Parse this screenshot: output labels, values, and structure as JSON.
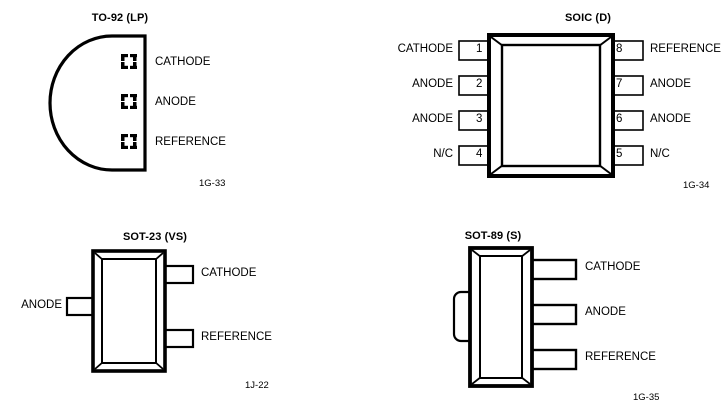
{
  "document": {
    "type": "package-pinout-diagram",
    "ink_color": "#000000",
    "background_color": "#ffffff"
  },
  "packages": [
    {
      "id": "to-92",
      "title": "TO-92 (LP)",
      "ref_code": "1G-33",
      "outline": "d-shape-flat-right",
      "pin_marker": "corner-bracket-square",
      "pins": [
        {
          "label": "CATHODE"
        },
        {
          "label": "ANODE"
        },
        {
          "label": "REFERENCE"
        }
      ]
    },
    {
      "id": "soic",
      "title": "SOIC (D)",
      "ref_code": "1G-34",
      "outline": "beveled-rectangle",
      "pin_marker": "numbered-lead-box",
      "pins_left": [
        {
          "number": "1",
          "label": "CATHODE"
        },
        {
          "number": "2",
          "label": "ANODE"
        },
        {
          "number": "3",
          "label": "ANODE"
        },
        {
          "number": "4",
          "label": "N/C"
        }
      ],
      "pins_right": [
        {
          "number": "8",
          "label": "REFERENCE"
        },
        {
          "number": "7",
          "label": "ANODE"
        },
        {
          "number": "6",
          "label": "ANODE"
        },
        {
          "number": "5",
          "label": "N/C"
        }
      ]
    },
    {
      "id": "sot-23",
      "title": "SOT-23 (VS)",
      "ref_code": "1J-22",
      "outline": "beveled-rectangle",
      "pin_marker": "plain-lead",
      "pins_left": [
        {
          "label": "ANODE"
        }
      ],
      "pins_right": [
        {
          "label": "CATHODE"
        },
        {
          "label": "REFERENCE"
        }
      ]
    },
    {
      "id": "sot-89",
      "title": "SOT-89 (S)",
      "ref_code": "1G-35",
      "outline": "beveled-rectangle-with-tab",
      "pin_marker": "plain-lead",
      "pins_left": [],
      "pins_right": [
        {
          "label": "CATHODE"
        },
        {
          "label": "ANODE"
        },
        {
          "label": "REFERENCE"
        }
      ]
    }
  ]
}
